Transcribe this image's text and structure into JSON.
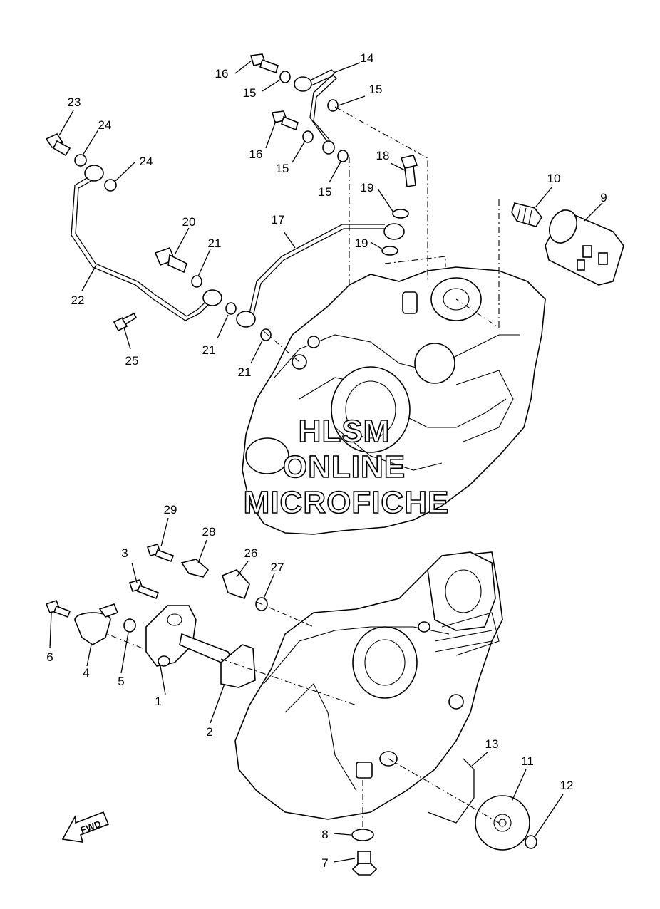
{
  "watermark": {
    "line1": "HLSM",
    "line2": "ONLINE",
    "line3": "MICROFICHE"
  },
  "fwd_arrow": "FWD",
  "callouts": [
    {
      "id": "c1",
      "label": "1"
    },
    {
      "id": "c2",
      "label": "2"
    },
    {
      "id": "c3",
      "label": "3"
    },
    {
      "id": "c4",
      "label": "4"
    },
    {
      "id": "c5",
      "label": "5"
    },
    {
      "id": "c6",
      "label": "6"
    },
    {
      "id": "c7",
      "label": "7"
    },
    {
      "id": "c8",
      "label": "8"
    },
    {
      "id": "c9",
      "label": "9"
    },
    {
      "id": "c10",
      "label": "10"
    },
    {
      "id": "c11",
      "label": "11"
    },
    {
      "id": "c12",
      "label": "12"
    },
    {
      "id": "c13",
      "label": "13"
    },
    {
      "id": "c14",
      "label": "14"
    },
    {
      "id": "c15a",
      "label": "15"
    },
    {
      "id": "c15b",
      "label": "15"
    },
    {
      "id": "c15c",
      "label": "15"
    },
    {
      "id": "c15d",
      "label": "15"
    },
    {
      "id": "c16a",
      "label": "16"
    },
    {
      "id": "c16b",
      "label": "16"
    },
    {
      "id": "c17",
      "label": "17"
    },
    {
      "id": "c18",
      "label": "18"
    },
    {
      "id": "c19a",
      "label": "19"
    },
    {
      "id": "c19b",
      "label": "19"
    },
    {
      "id": "c20",
      "label": "20"
    },
    {
      "id": "c21a",
      "label": "21"
    },
    {
      "id": "c21b",
      "label": "21"
    },
    {
      "id": "c21c",
      "label": "21"
    },
    {
      "id": "c22",
      "label": "22"
    },
    {
      "id": "c23",
      "label": "23"
    },
    {
      "id": "c24a",
      "label": "24"
    },
    {
      "id": "c24b",
      "label": "24"
    },
    {
      "id": "c25",
      "label": "25"
    },
    {
      "id": "c26",
      "label": "26"
    },
    {
      "id": "c27",
      "label": "27"
    },
    {
      "id": "c28",
      "label": "28"
    },
    {
      "id": "c29",
      "label": "29"
    }
  ]
}
